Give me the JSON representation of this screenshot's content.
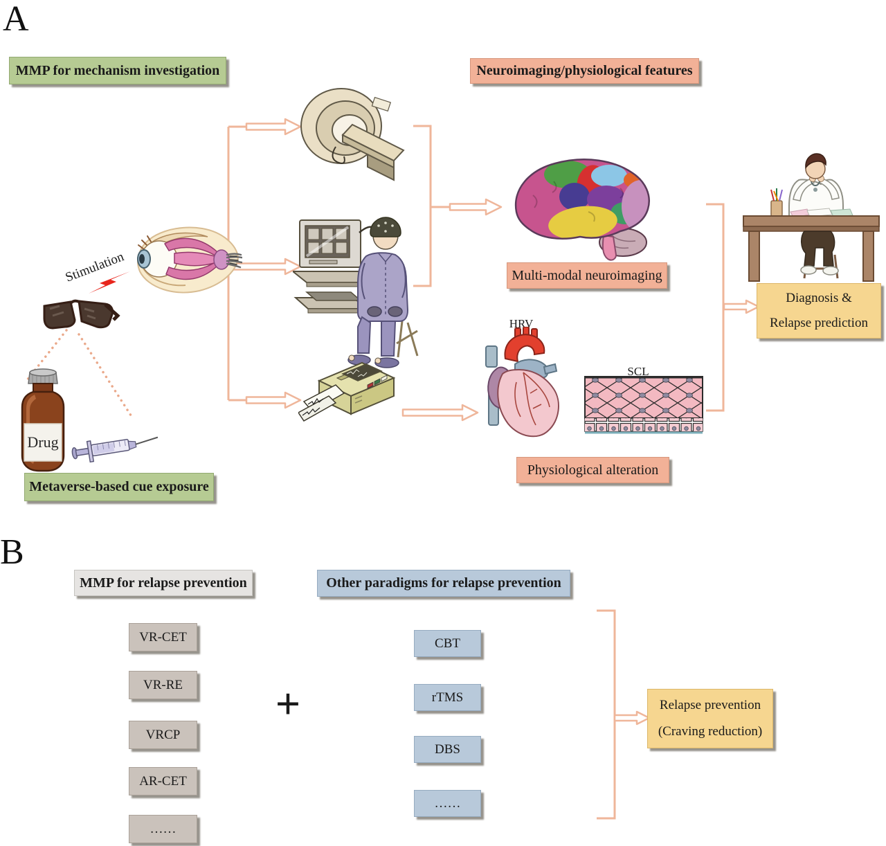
{
  "figure": {
    "panel_a_label": "A",
    "panel_b_label": "B"
  },
  "panelA": {
    "mechanism_header": "MMP for mechanism investigation",
    "features_header": "Neuroimaging/physiological features",
    "stimulation_label": "Stimulation",
    "drug_label": "Drug",
    "cue_exposure_header": "Metaverse-based cue exposure",
    "multimodal_label": "Multi-modal neuroimaging",
    "hrv_label": "HRV",
    "scl_label": "SCL",
    "physiological_label": "Physiological alteration",
    "diagnosis_line1": "Diagnosis &",
    "diagnosis_line2": "Relapse prediction",
    "illustrations": [
      "mri-scanner",
      "eeg-recording",
      "polygraph-recorder",
      "eye-anatomy",
      "vr-glasses",
      "drug-bottle",
      "syringe",
      "lightning-bolt",
      "brain-regions",
      "heart",
      "skin-tissue",
      "doctor-at-desk"
    ]
  },
  "panelB": {
    "mmp_header": "MMP for relapse prevention",
    "other_header": "Other paradigms for relapse prevention",
    "plus_sign": "+",
    "mmp_items": [
      "VR-CET",
      "VR-RE",
      "VRCP",
      "AR-CET",
      "……"
    ],
    "other_items": [
      "CBT",
      "rTMS",
      "DBS",
      "……"
    ],
    "outcome_line1": "Relapse prevention",
    "outcome_line2": "(Craving reduction)"
  },
  "colors": {
    "green_box": "#b6cb93",
    "salmon_box": "#f2b197",
    "yellow_box": "#f6d690",
    "gray_box": "#e6e4e2",
    "taupe_box": "#cac2bb",
    "blue_box": "#b8c9da",
    "arrow": "#efb69a",
    "background": "#ffffff"
  }
}
